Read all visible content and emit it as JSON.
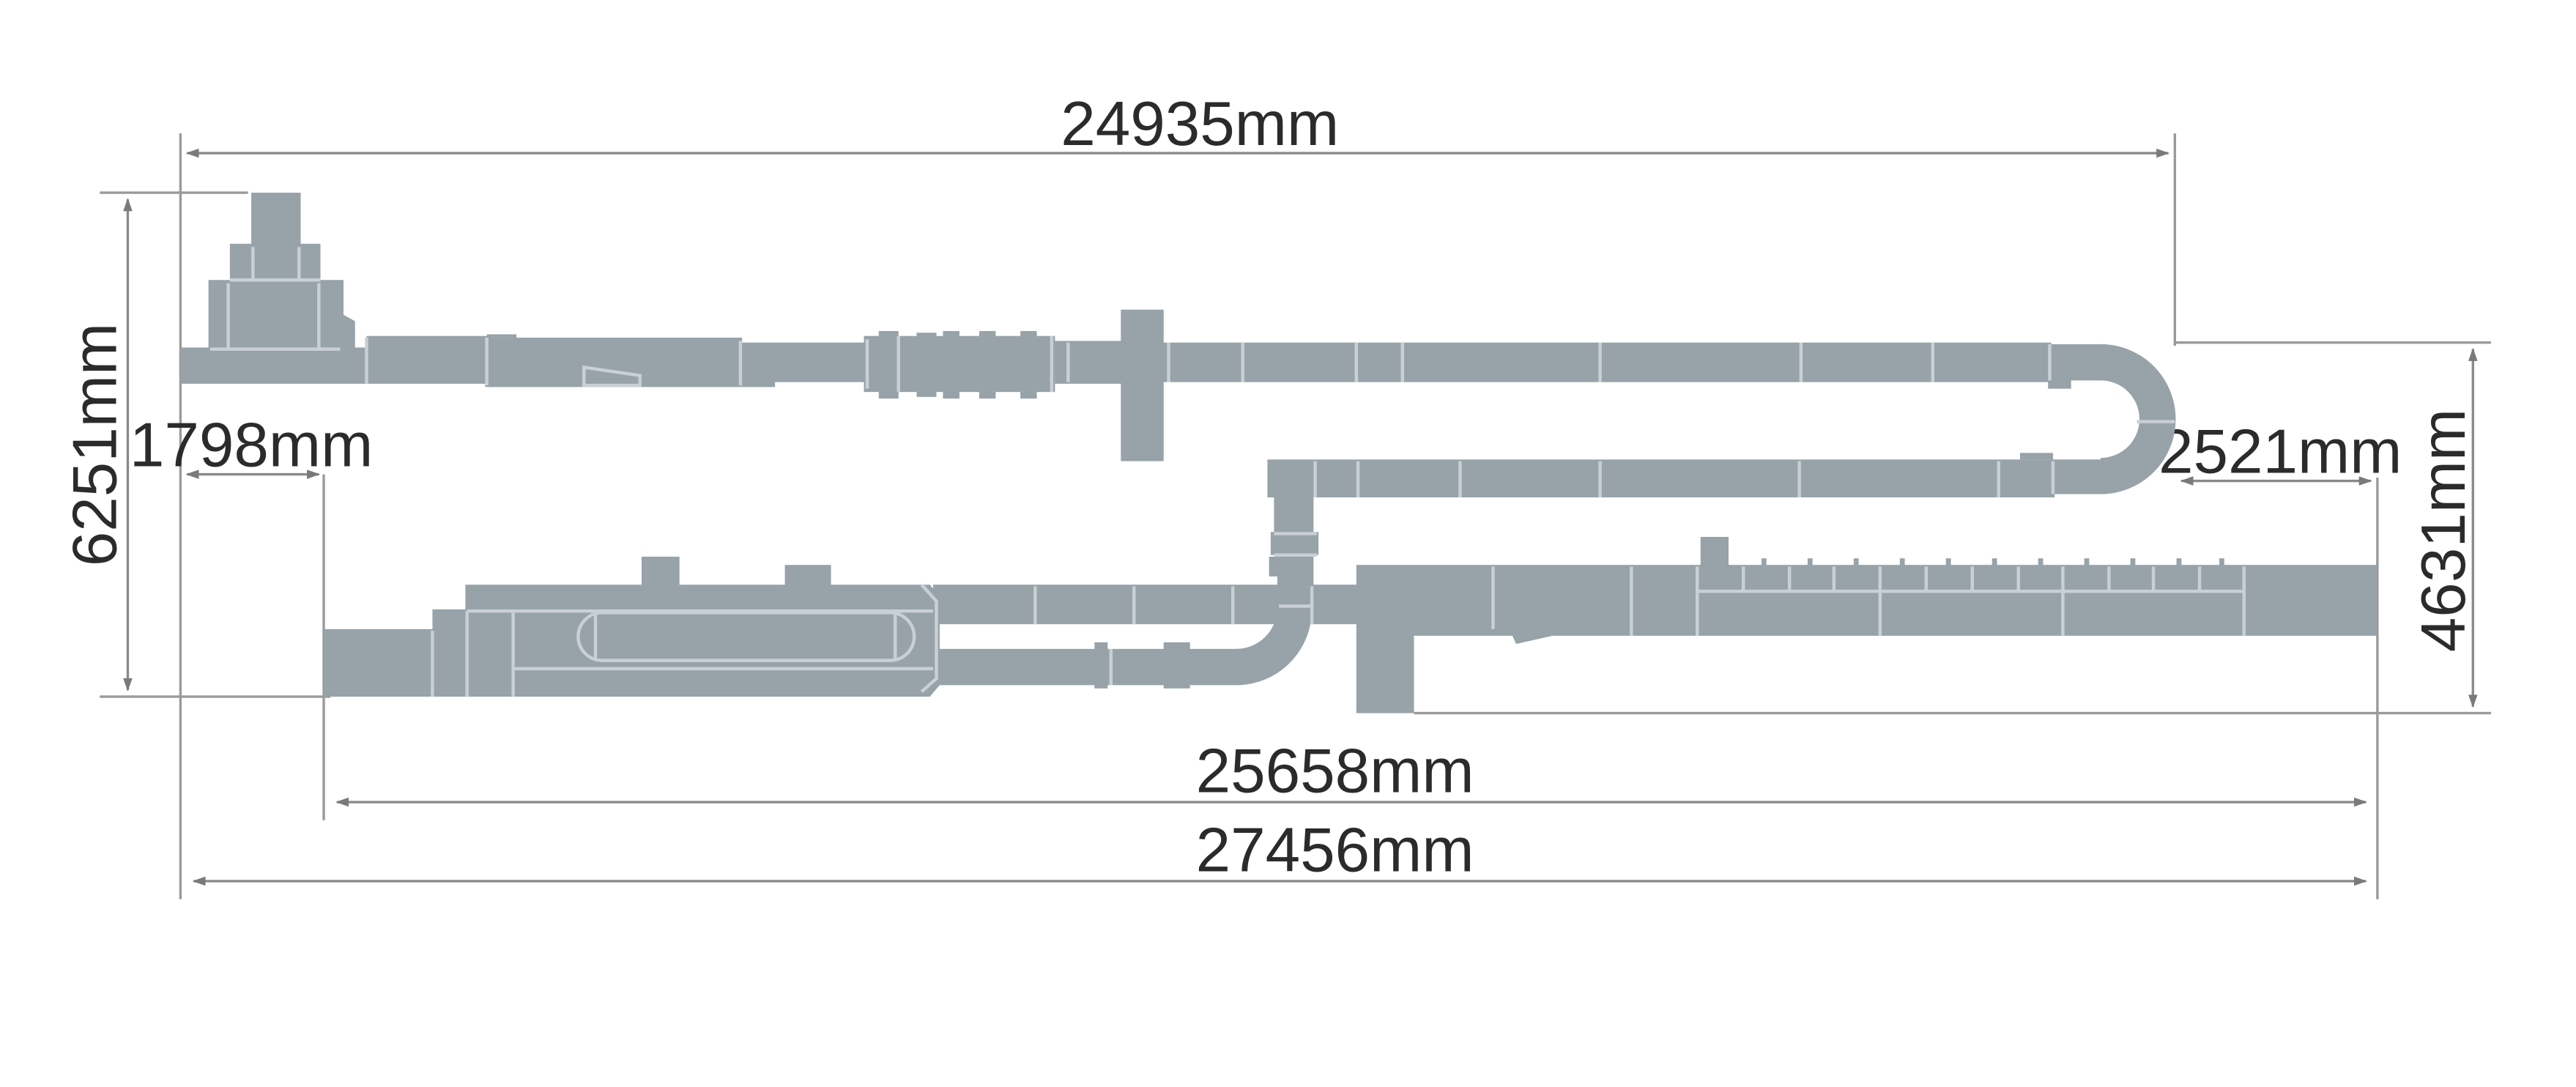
{
  "dimensions": {
    "top_width": "24935mm",
    "left_height": "6251mm",
    "left_offset": "1798mm",
    "right_offset": "2521mm",
    "right_height": "4631mm",
    "lower_width": "25658mm",
    "total_width": "27456mm"
  },
  "colors": {
    "duct": "#97a2a9",
    "dimension_line": "#8a8a8a",
    "text": "#2b2b2b"
  }
}
